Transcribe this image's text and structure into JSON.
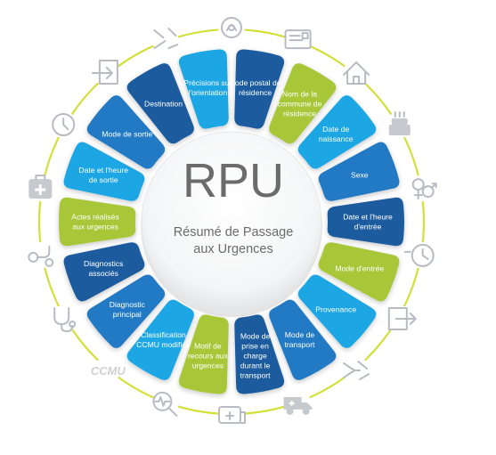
{
  "colors": {
    "dark_blue": "#1c5b9e",
    "medium_blue": "#2479c4",
    "light_blue": "#1da6e3",
    "green": "#a8c739",
    "ring": "#d3df3a",
    "icon_gray": "#b8bcc2"
  },
  "center": {
    "title": "RPU",
    "subtitle_line1": "Résumé de Passage",
    "subtitle_line2": "aux Urgences"
  },
  "segments": [
    {
      "lines": [
        "Code postal de",
        "résidence"
      ],
      "color": "dark_blue"
    },
    {
      "lines": [
        "Nom de la",
        "commune de",
        "résidence"
      ],
      "color": "green"
    },
    {
      "lines": [
        "Date de",
        "naissance"
      ],
      "color": "light_blue"
    },
    {
      "lines": [
        "Sexe"
      ],
      "color": "medium_blue"
    },
    {
      "lines": [
        "Date et l'heure",
        "d'entrée"
      ],
      "color": "dark_blue"
    },
    {
      "lines": [
        "Mode d'entrée"
      ],
      "color": "green"
    },
    {
      "lines": [
        "Provenance"
      ],
      "color": "light_blue"
    },
    {
      "lines": [
        "Mode de",
        "transport"
      ],
      "color": "medium_blue"
    },
    {
      "lines": [
        "Mode de",
        "prise en",
        "charge",
        "durant le",
        "transport"
      ],
      "color": "dark_blue"
    },
    {
      "lines": [
        "Motif de",
        "recours aux",
        "urgences"
      ],
      "color": "green"
    },
    {
      "lines": [
        "Classification",
        "CCMU modifiée"
      ],
      "color": "light_blue"
    },
    {
      "lines": [
        "Diagnostic",
        "principal"
      ],
      "color": "medium_blue"
    },
    {
      "lines": [
        "Diagnostics",
        "associés"
      ],
      "color": "dark_blue"
    },
    {
      "lines": [
        "Actes réalisés",
        "aux urgences"
      ],
      "color": "green"
    },
    {
      "lines": [
        "Date et l'heure",
        "de sortie"
      ],
      "color": "light_blue"
    },
    {
      "lines": [
        "Mode de sortie"
      ],
      "color": "medium_blue"
    },
    {
      "lines": [
        "Destination"
      ],
      "color": "dark_blue"
    },
    {
      "lines": [
        "Précisions sur",
        "l'orientation"
      ],
      "color": "light_blue"
    }
  ],
  "icons": [
    "postal-code-icon",
    "house-icon",
    "birthday-cake-icon",
    "gender-symbols-icon",
    "clock-entry-icon",
    "entry-arrow-icon",
    "provenance-arrows-icon",
    "ambulance-icon",
    "medical-vehicle-icon",
    "magnifier-pulse-icon",
    "ccmu-text-icon",
    "stethoscope-icon",
    "stethoscope-small-icon",
    "medical-kit-icon",
    "clock-exit-icon",
    "exit-door-icon",
    "destination-arrows-icon",
    "orientation-pin-icon"
  ],
  "ccmu_label": "CCMU"
}
